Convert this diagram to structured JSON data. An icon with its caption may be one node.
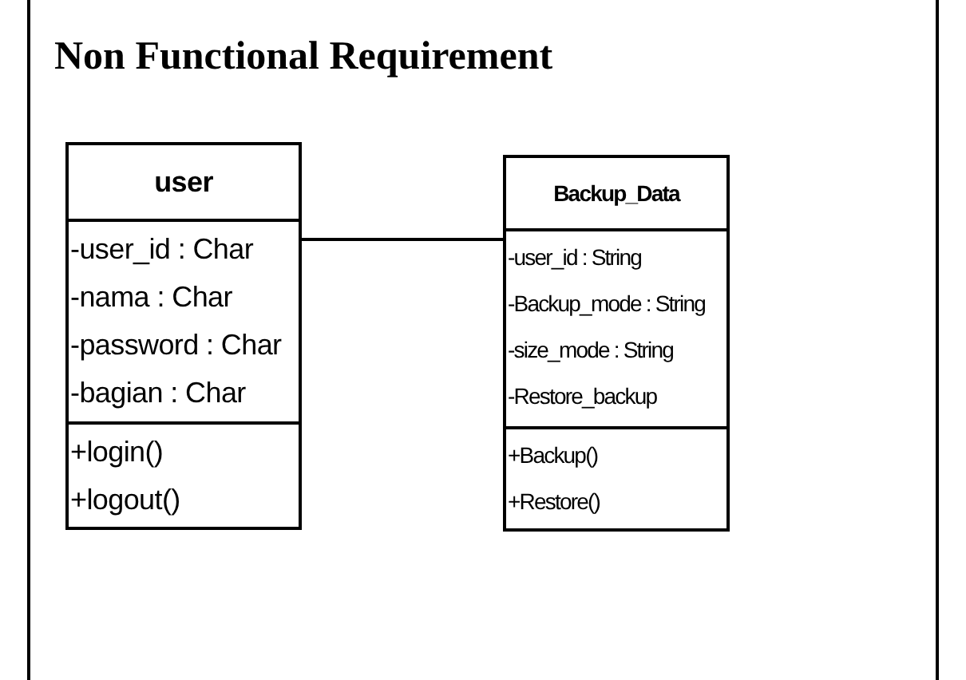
{
  "diagram": {
    "title": "Non Functional Requirement",
    "nodes": [
      {
        "text": [
          "user",
          "-user_id : Char",
          "-nama : Char",
          "-password : Char",
          "-bagian : Char",
          "+login()",
          "+logout()"
        ]
      },
      {
        "text": [
          "Backup_Data",
          "-user_id : String",
          "-Backup_mode : String",
          "-size_mode : String",
          "-Restore_backup",
          "+Backup()",
          "+Restore()"
        ]
      }
    ],
    "edges": [
      {
        "from": 0,
        "to": 1,
        "arrow": "none"
      }
    ]
  }
}
